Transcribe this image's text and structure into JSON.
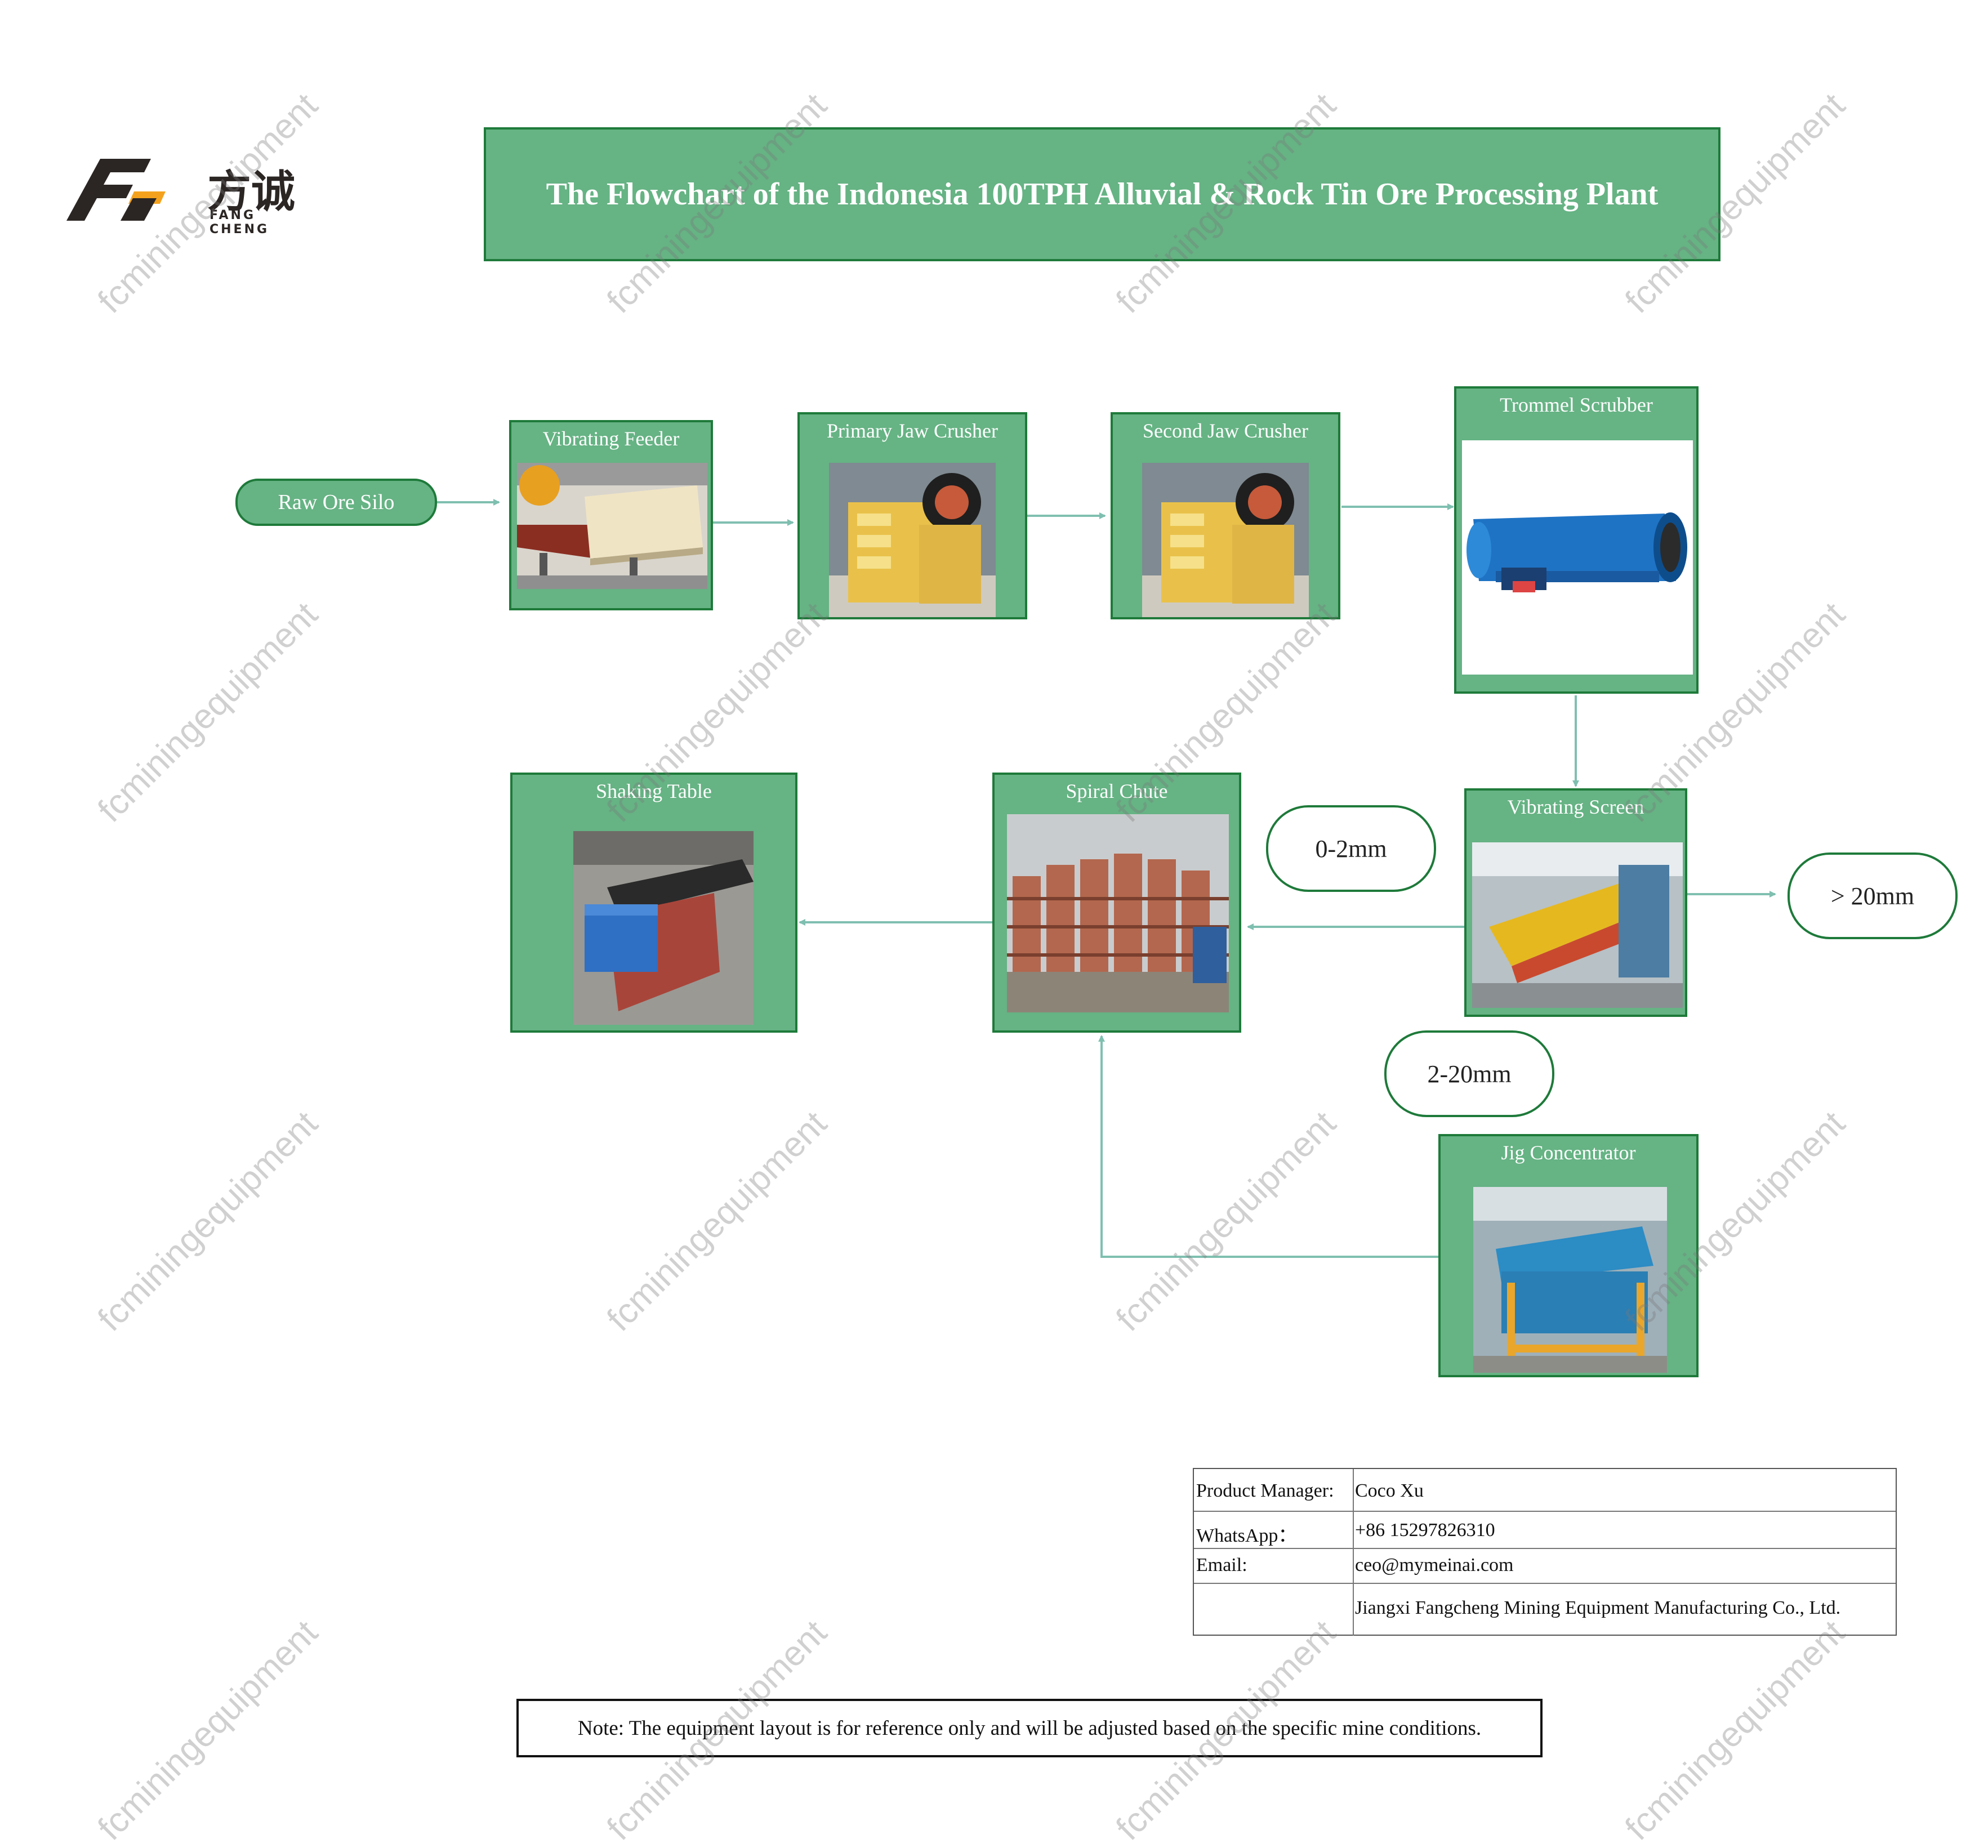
{
  "logo": {
    "cn": "方诚",
    "en": "FANG CHENG"
  },
  "title": "The Flowchart of the Indonesia 100TPH Alluvial & Rock Tin Ore Processing Plant",
  "nodes": {
    "raw_ore_silo": "Raw Ore Silo",
    "vibrating_feeder": "Vibrating Feeder",
    "primary_jaw_crusher": "Primary Jaw Crusher",
    "second_jaw_crusher": "Second Jaw Crusher",
    "trommel_scrubber": "Trommel Scrubber",
    "vibrating_screen": "Vibrating Screen",
    "spiral_chute": "Spiral Chute",
    "shaking_table": "Shaking Table",
    "jig_concentrator": "Jig Concentrator"
  },
  "size_labels": {
    "fine": "0-2mm",
    "coarse": "> 20mm",
    "mid": "2-20mm"
  },
  "contact": [
    {
      "key": "Product Manager:",
      "value": "Coco Xu"
    },
    {
      "key": "WhatsApp：",
      "value": "+86 15297826310"
    },
    {
      "key": "Email:",
      "value": "ceo@mymeinai.com"
    },
    {
      "key": "",
      "value": "Jiangxi Fangcheng Mining Equipment Manufacturing Co., Ltd."
    }
  ],
  "note": "Note: The equipment layout is for reference only and will be adjusted based on the specific mine conditions.",
  "watermark": "fcminingequipment",
  "colors": {
    "node_fill": "#66b384",
    "node_border": "#1e7a3a",
    "arrow": "#7fbfb0"
  }
}
